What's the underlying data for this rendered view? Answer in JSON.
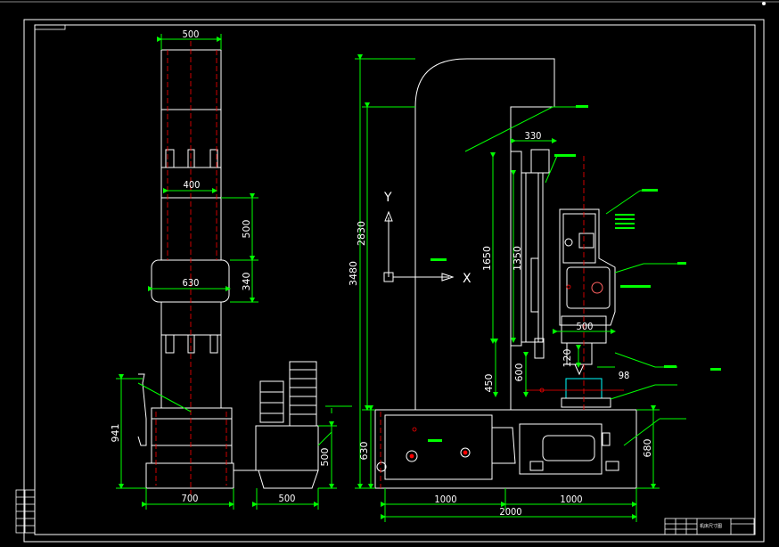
{
  "drawing": {
    "dims": {
      "front_top_width": "500",
      "front_inner_width": "400",
      "front_mid_width": "630",
      "front_height_a": "500",
      "front_height_b": "340",
      "front_base_height": "941",
      "front_base_width": "700",
      "tank_width": "500",
      "tank_height": "500",
      "side_total_height": "3480",
      "side_column_height": "2830",
      "side_head_width": "330",
      "side_stroke_a": "1650",
      "side_stroke_b": "1350",
      "side_low_450": "450",
      "side_low_600": "600",
      "side_box_500": "500",
      "side_120": "120",
      "side_98": "98",
      "side_base_630": "630",
      "side_base_680": "680",
      "side_base_left": "1000",
      "side_base_right": "1000",
      "side_base_total": "2000"
    },
    "axis": {
      "y_label": "Y",
      "x_label": "X"
    },
    "title_block": {
      "title": "机床尺寸图"
    },
    "colors": {
      "background": "#000000",
      "outline": "#ffffff",
      "dimension": "#00ff00",
      "centerline": "#ff0000"
    }
  }
}
